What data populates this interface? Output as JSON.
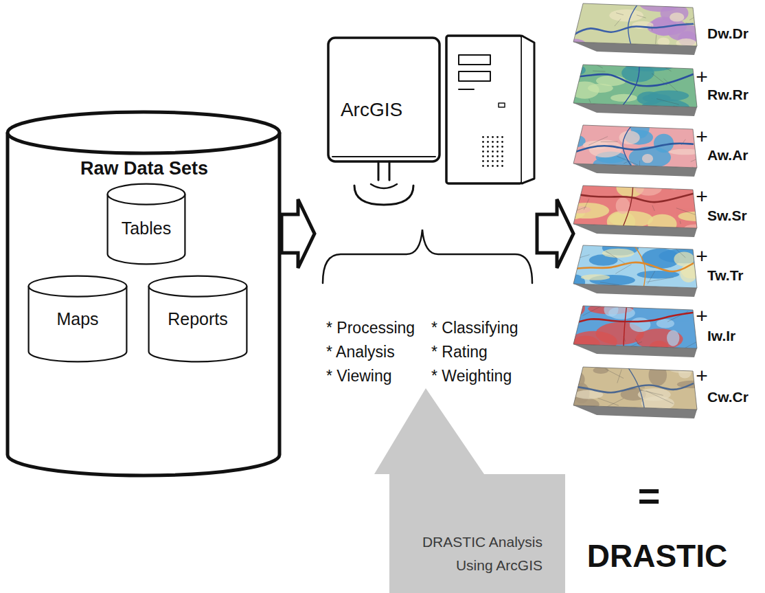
{
  "diagram": {
    "nodes": [
      {
        "text": [
          "Raw Data Sets"
        ]
      },
      {
        "text": [
          "Tables"
        ],
        "in": 0
      },
      {
        "text": [
          "Maps"
        ],
        "in": 0
      },
      {
        "text": [
          "Reports"
        ],
        "in": 0
      },
      {
        "text": [
          "ArcGIS"
        ]
      },
      {
        "text": [
          "DRASTIC Analysis Using ArcGIS"
        ]
      },
      {
        "text": [
          "Dw.Dr"
        ]
      },
      {
        "text": [
          "Rw.Rr"
        ]
      },
      {
        "text": [
          "Aw.Ar"
        ]
      },
      {
        "text": [
          "Sw.Sr"
        ]
      },
      {
        "text": [
          "Tw.Tr"
        ]
      },
      {
        "text": [
          "Iw.Ir"
        ]
      },
      {
        "text": [
          "Cw.Cr"
        ]
      }
    ],
    "edges": [
      {
        "from": 0,
        "to": 4,
        "arrow": "to"
      },
      {
        "from": 4,
        "to": 9,
        "arrow": "to"
      }
    ],
    "labels": [
      "* Processing",
      "* Classifying",
      "* Analysis",
      "* Rating",
      "* Viewing",
      "* Weighting",
      "+",
      "+",
      "+",
      "+",
      "+",
      "+",
      "=",
      "DRASTIC"
    ]
  }
}
